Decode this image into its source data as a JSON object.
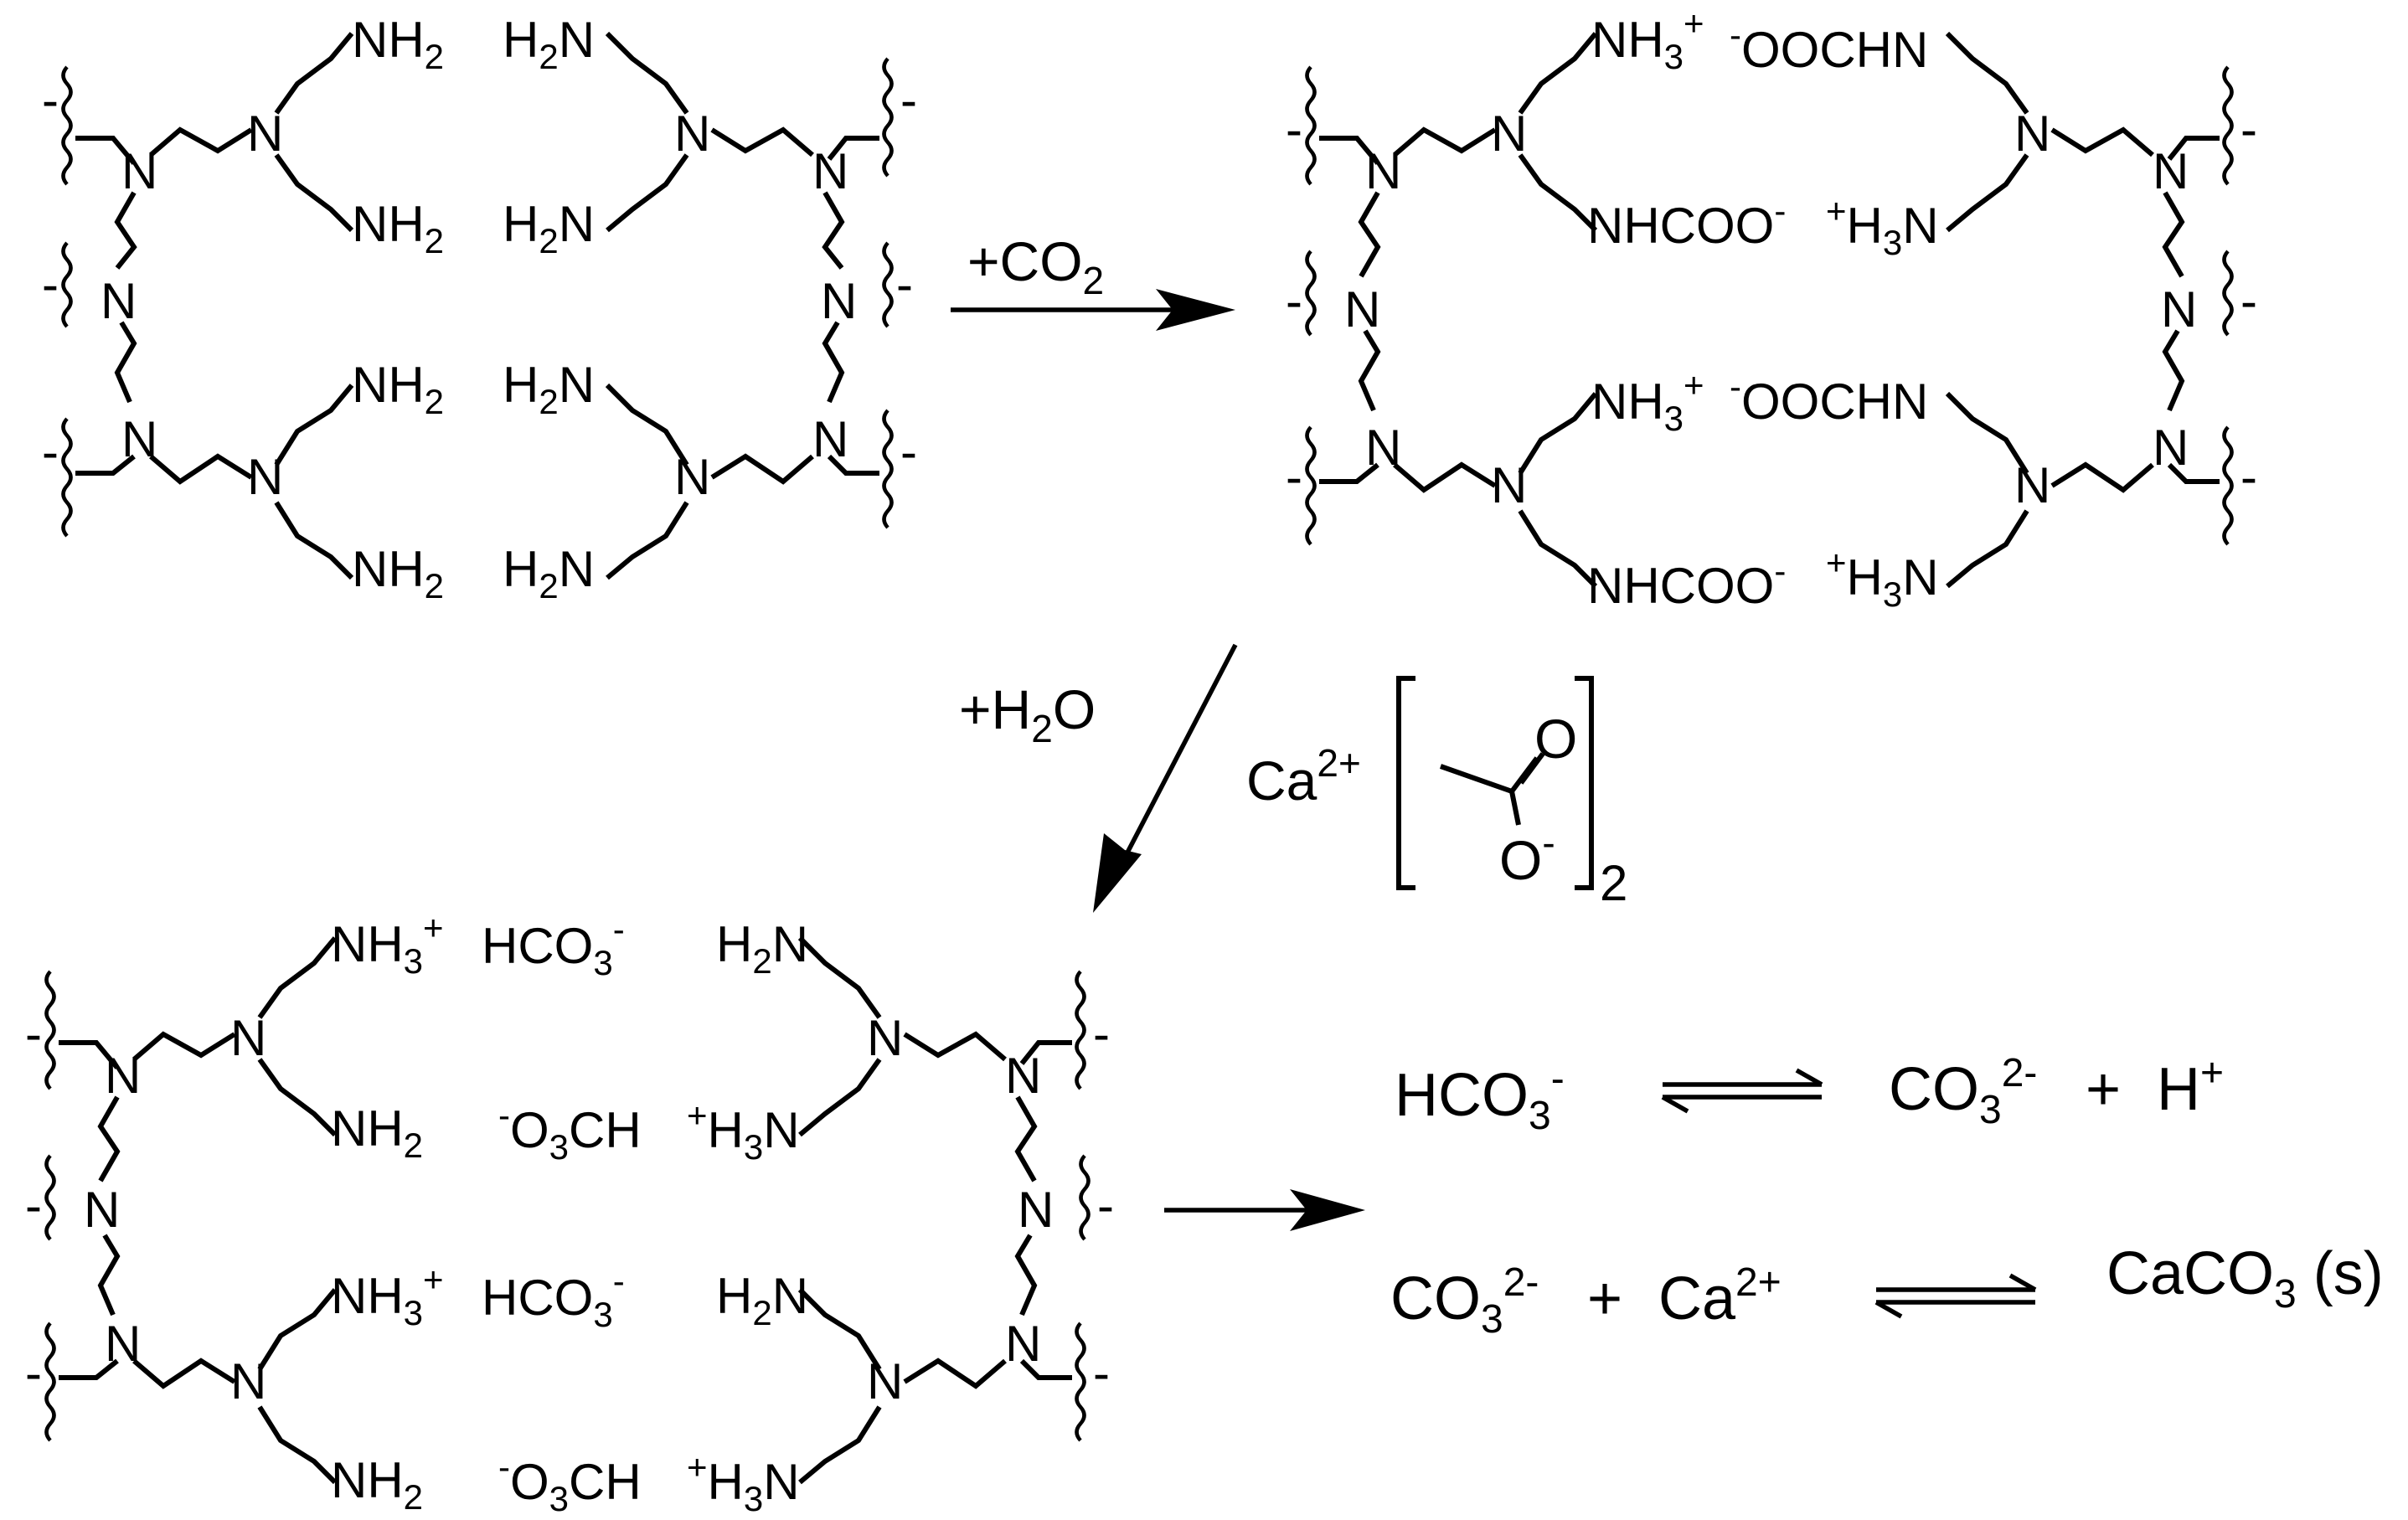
{
  "reaction_1": {
    "reagent": "+CO",
    "reagent_sub": "2"
  },
  "reaction_2": {
    "reagent": "+H",
    "reagent_sub": "2",
    "reagent_tail": "O",
    "additive_cation": "Ca",
    "additive_charge": "2+",
    "acetate_carbonyl_O": "O",
    "acetate_anion_O": "O",
    "acetate_anion_charge": "-",
    "bracket_multiplier": "2"
  },
  "equilibria": {
    "eq1": {
      "reactant": "HCO",
      "reactant_sub": "3",
      "reactant_sup": "-",
      "product_1": "CO",
      "product_1_sub": "3",
      "product_1_sup": "2-",
      "plus": "+",
      "product_2": "H",
      "product_2_sup": "+"
    },
    "eq2": {
      "reactant_1": "CO",
      "reactant_1_sub": "3",
      "reactant_1_sup": "2-",
      "plus": "+",
      "reactant_2": "Ca",
      "reactant_2_sup": "2+",
      "product": "CaCO",
      "product_sub": "3",
      "product_state": " (s)"
    }
  }
}
